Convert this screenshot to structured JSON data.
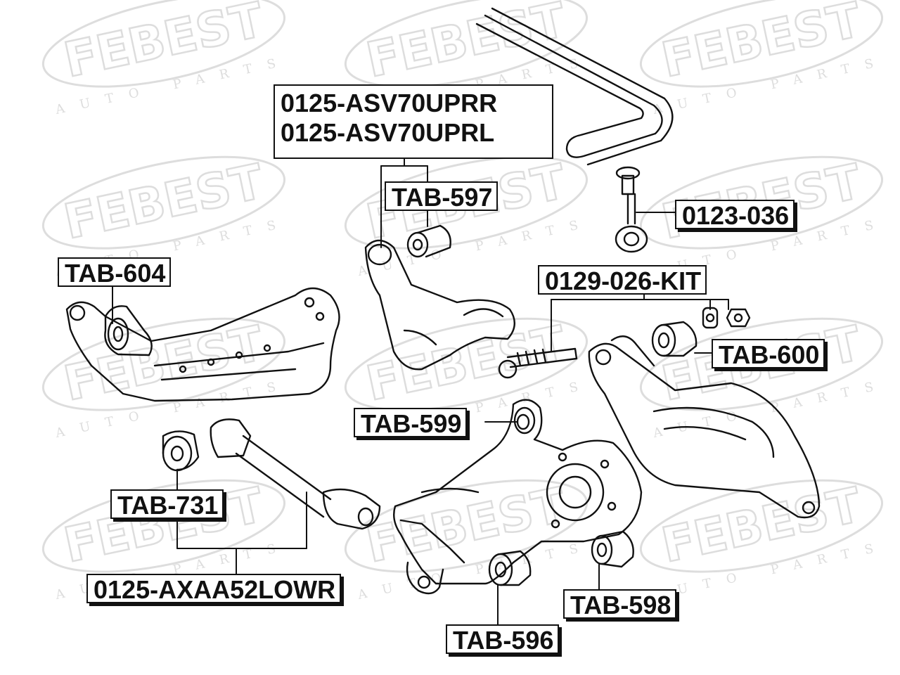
{
  "watermark": {
    "brand": "FEBEST",
    "subtitle": "AUTO PARTS",
    "color": "#dddddd"
  },
  "colors": {
    "ink": "#111111",
    "paper": "#ffffff"
  },
  "labels": {
    "upper_arm_rr": "0125-ASV70UPRR",
    "upper_arm_rl": "0125-ASV70UPRL",
    "tab_597": "TAB-597",
    "link_0123_036": "0123-036",
    "kit_0129_026": "0129-026-KIT",
    "tab_604": "TAB-604",
    "tab_600": "TAB-600",
    "tab_599": "TAB-599",
    "tab_731": "TAB-731",
    "lower_arm": "0125-AXAA52LOWR",
    "tab_598": "TAB-598",
    "tab_596": "TAB-596"
  }
}
